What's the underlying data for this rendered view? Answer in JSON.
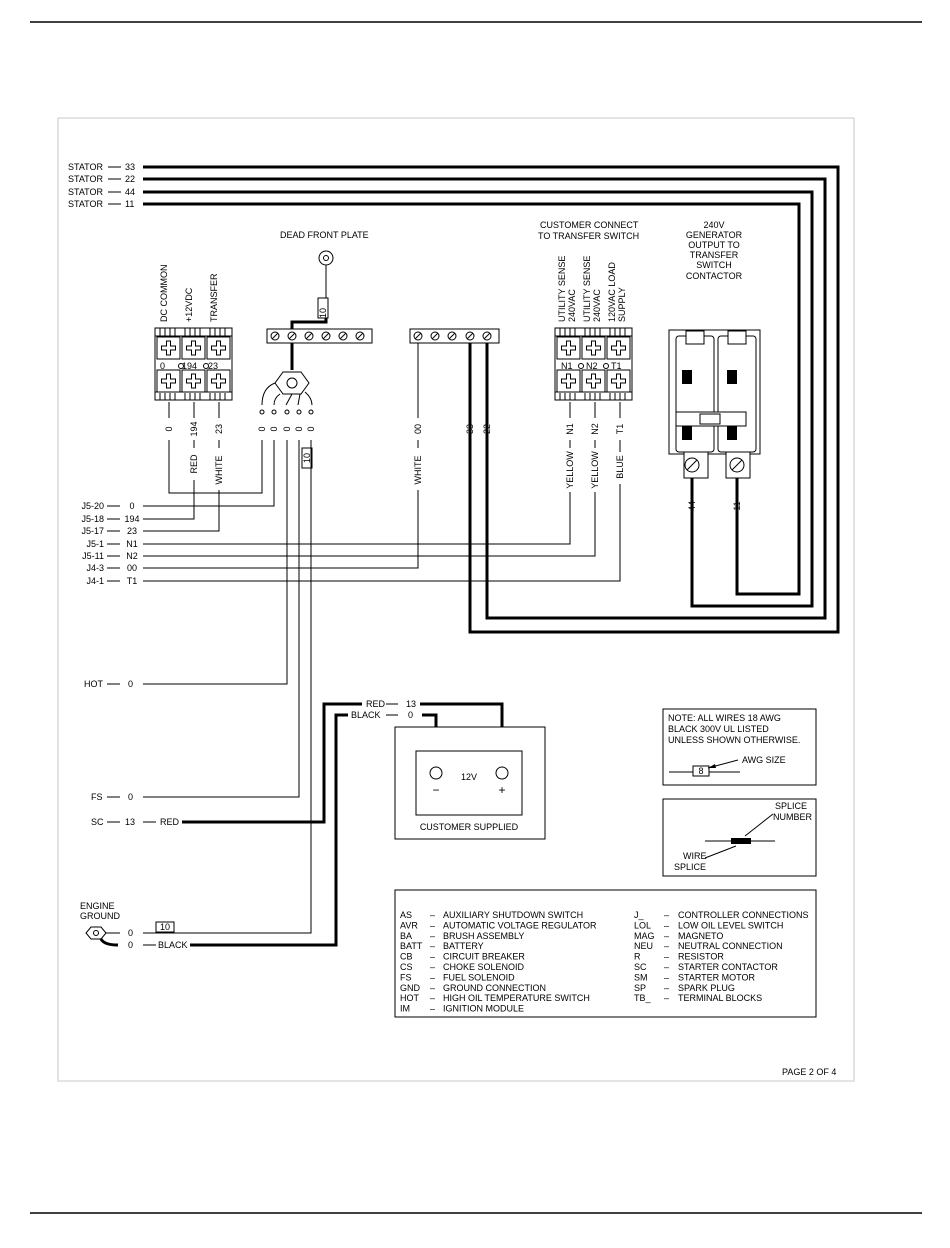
{
  "colors": {
    "ink": "#000000",
    "frame": "#c8c8c8",
    "background": "#ffffff"
  },
  "stator_labels": [
    {
      "name": "STATOR",
      "num": "33"
    },
    {
      "name": "STATOR",
      "num": "22"
    },
    {
      "name": "STATOR",
      "num": "44"
    },
    {
      "name": "STATOR",
      "num": "11"
    }
  ],
  "dead_front": {
    "title": "DEAD FRONT PLATE",
    "wire": "10"
  },
  "customer_connect": {
    "title_line1": "CUSTOMER CONNECT",
    "title_line2": "TO TRANSFER SWITCH"
  },
  "generator_output": {
    "lines": [
      "240V",
      "GENERATOR",
      "OUTPUT TO",
      "TRANSFER",
      "SWITCH",
      "CONTACTOR"
    ]
  },
  "tb_left": {
    "headers": [
      "DC COMMON",
      "+12VDC",
      "TRANSFER"
    ],
    "terminals": [
      "0",
      "194",
      "23"
    ],
    "wire_nums": [
      "0",
      "194",
      "23"
    ],
    "colors": [
      "RED",
      "WHITE"
    ]
  },
  "tb_right": {
    "headers": [
      [
        "UTILITY SENSE",
        "240VAC"
      ],
      [
        "UTILITY SENSE",
        "240VAC"
      ],
      [
        "120VAC LOAD",
        "SUPPLY"
      ]
    ],
    "terminals": [
      "N1",
      "N2",
      "T1"
    ],
    "wire_nums": [
      "N1",
      "N2",
      "T1"
    ],
    "colors": [
      "YELLOW",
      "YELLOW",
      "BLUE"
    ]
  },
  "ground_stud_wires": [
    "0",
    "0",
    "0",
    "0",
    "0",
    "10"
  ],
  "strip_wires": {
    "nums": [
      "00",
      "33",
      "22"
    ],
    "white": "WHITE"
  },
  "breaker_wires": [
    "44",
    "11"
  ],
  "j_connections": [
    {
      "pin": "J5-20",
      "num": "0"
    },
    {
      "pin": "J5-18",
      "num": "194"
    },
    {
      "pin": "J5-17",
      "num": "23"
    },
    {
      "pin": "J5-1",
      "num": "N1"
    },
    {
      "pin": "J5-11",
      "num": "N2"
    },
    {
      "pin": "J4-3",
      "num": "00"
    },
    {
      "pin": "J4-1",
      "num": "T1"
    }
  ],
  "other_connections": {
    "hot": {
      "pin": "HOT",
      "num": "0"
    },
    "fs": {
      "pin": "FS",
      "num": "0"
    },
    "sc": {
      "pin": "SC",
      "num": "13",
      "color": "RED"
    },
    "engine_ground": {
      "line1": "ENGINE",
      "line2": "GROUND",
      "num_a": "0",
      "num_b": "0",
      "tag": "10",
      "color": "BLACK"
    }
  },
  "battery": {
    "red": "RED",
    "red_num": "13",
    "black": "BLACK",
    "black_num": "0",
    "voltage": "12V",
    "minus": "−",
    "plus": "+",
    "caption": "CUSTOMER SUPPLIED"
  },
  "note": {
    "lines": [
      "NOTE:  ALL WIRES 18 AWG",
      "BLACK 300V UL LISTED",
      "UNLESS SHOWN OTHERWISE."
    ],
    "sample": "8",
    "awg": "AWG SIZE"
  },
  "splice": {
    "top1": "SPLICE",
    "top2": "NUMBER",
    "bot1": "WIRE",
    "bot2": "SPLICE"
  },
  "legend": {
    "left": [
      {
        "abbr": "AS",
        "desc": "AUXILIARY SHUTDOWN SWITCH"
      },
      {
        "abbr": "AVR",
        "desc": "AUTOMATIC VOLTAGE REGULATOR"
      },
      {
        "abbr": "BA",
        "desc": "BRUSH ASSEMBLY"
      },
      {
        "abbr": "BATT",
        "desc": "BATTERY"
      },
      {
        "abbr": "CB",
        "desc": "CIRCUIT BREAKER"
      },
      {
        "abbr": "CS",
        "desc": "CHOKE SOLENOID"
      },
      {
        "abbr": "FS",
        "desc": "FUEL SOLENOID"
      },
      {
        "abbr": "GND",
        "desc": "GROUND CONNECTION"
      },
      {
        "abbr": "HOT",
        "desc": "HIGH OIL TEMPERATURE SWITCH"
      },
      {
        "abbr": "IM",
        "desc": "IGNITION MODULE"
      }
    ],
    "right": [
      {
        "abbr": "J_",
        "desc": "CONTROLLER CONNECTIONS"
      },
      {
        "abbr": "LOL",
        "desc": "LOW OIL LEVEL SWITCH"
      },
      {
        "abbr": "MAG",
        "desc": "MAGNETO"
      },
      {
        "abbr": "NEU",
        "desc": "NEUTRAL CONNECTION"
      },
      {
        "abbr": "R",
        "desc": "RESISTOR"
      },
      {
        "abbr": "SC",
        "desc": "STARTER CONTACTOR"
      },
      {
        "abbr": "SM",
        "desc": "STARTER MOTOR"
      },
      {
        "abbr": "SP",
        "desc": "SPARK PLUG"
      },
      {
        "abbr": "TB_",
        "desc": "TERMINAL BLOCKS"
      }
    ]
  },
  "page": "PAGE 2 OF 4"
}
